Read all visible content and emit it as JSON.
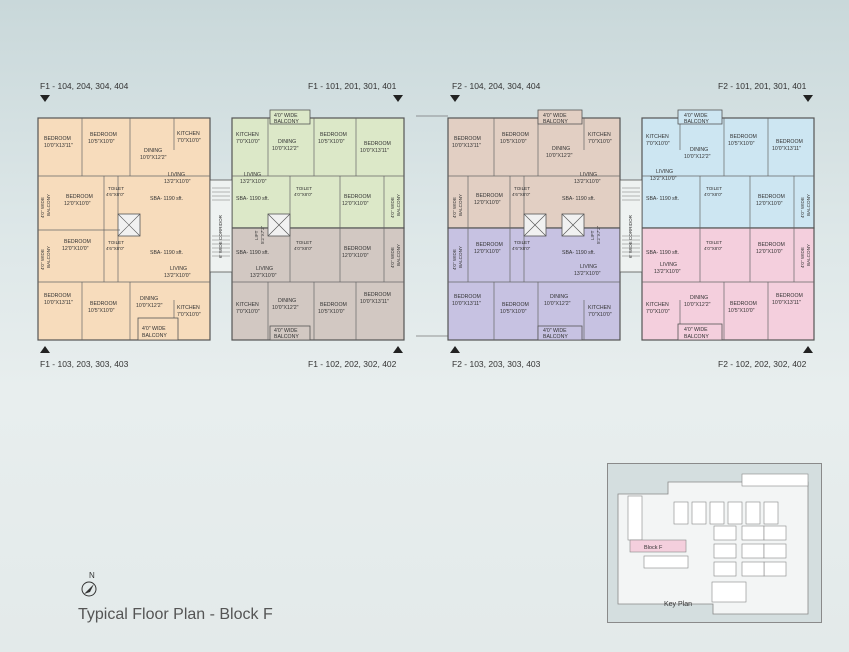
{
  "caption": "Typical Floor Plan - Block F",
  "north_label": "N",
  "key_plan": {
    "title": "Key Plan",
    "block_label": "Block F"
  },
  "unit_labels": {
    "f1_top_left": "F1 - 104, 204, 304, 404",
    "f1_top_right": "F1 - 101, 201, 301, 401",
    "f1_bottom_left": "F1 - 103, 203, 303, 403",
    "f1_bottom_right": "F1 - 102, 202, 302, 402",
    "f2_top_left": "F2 - 104, 204, 304, 404",
    "f2_top_right": "F2 - 101, 201, 301, 401",
    "f2_bottom_left": "F2 - 103, 203, 303, 403",
    "f2_bottom_right": "F2 - 102, 202, 302, 402"
  },
  "corridor": "6' WIDE CORRIDOR",
  "lift": "LIFT",
  "lift_size": "5'2\"X7'2\"",
  "sba": "SBA- 1190 sft.",
  "rooms": {
    "bedroom": "BEDROOM",
    "kitchen": "KITCHEN",
    "dining": "DINING",
    "living": "LIVING",
    "toilet": "TOILET",
    "balcony_a": "4'0\" WIDE",
    "balcony_b": "BALCONY",
    "bed_1311": "10'0\"X13'11\"",
    "bed_1050": "10'5\"X10'0\"",
    "bed_1200": "12'0\"X10'0\"",
    "kitchen_size": "7'0\"X10'0\"",
    "dining_size": "10'0\"X12'2\"",
    "living_size": "13'2\"X10'0\"",
    "toilet_a": "4'6\"X8'0\"",
    "toilet_b": "4'0\"X8'0\""
  },
  "colors": {
    "f1_left": "#f7dcbc",
    "f1_right_top": "#dce8c8",
    "f1_right_bottom": "#d2c8c2",
    "f2_left_top": "#e2cfc3",
    "f2_left_bottom": "#c7c2e2",
    "f2_right_top": "#cde6f2",
    "f2_right_bottom": "#f4cfdd"
  }
}
